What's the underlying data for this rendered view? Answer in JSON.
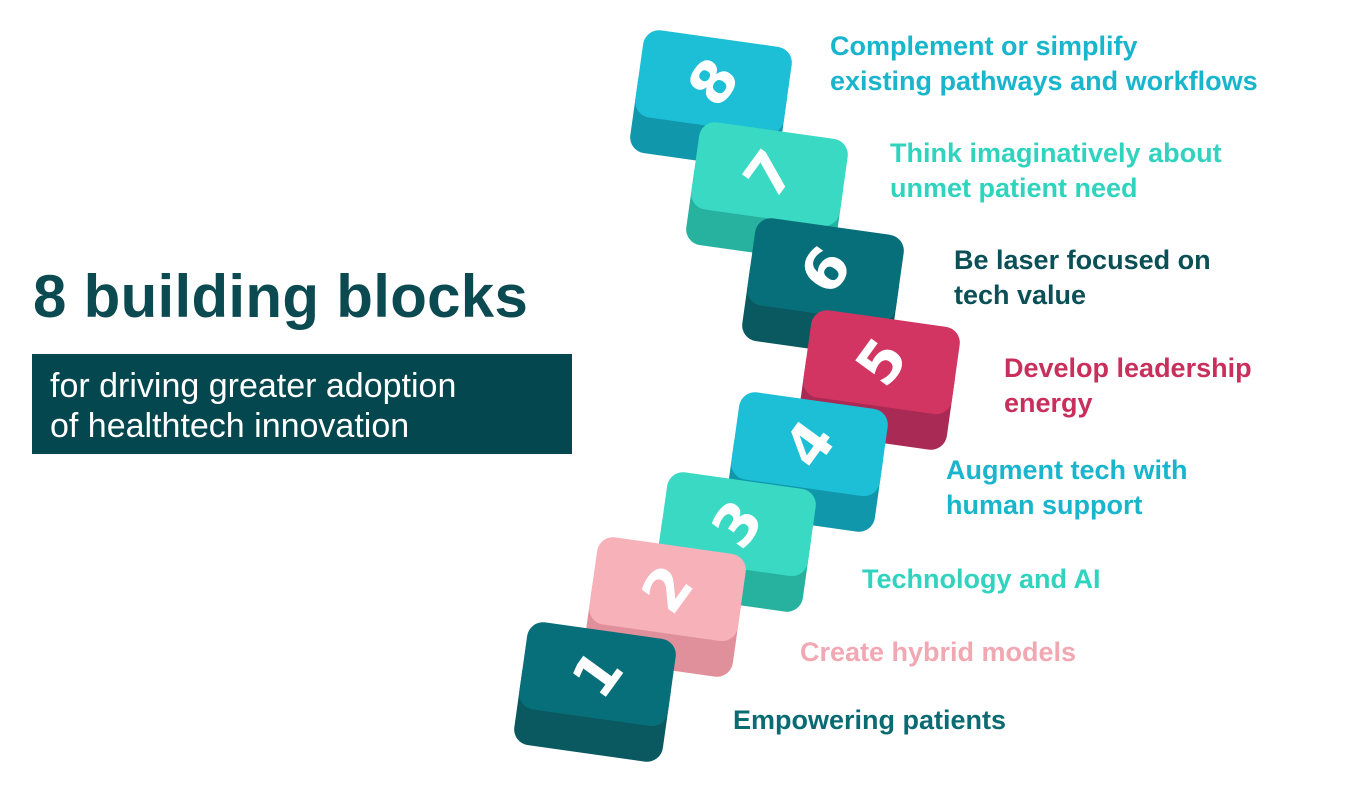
{
  "title": "8 building blocks",
  "subtitle": {
    "line1": "for driving greater adoption",
    "line2": "of healthtech innovation"
  },
  "blocks": [
    {
      "number": "1",
      "line1": "Empowering patients",
      "line2": "",
      "top_color": "#076f79",
      "side_color": "#0a5961",
      "label_color": "#0b6b73"
    },
    {
      "number": "2",
      "line1": "Create hybrid models",
      "line2": "",
      "top_color": "#f6b1b9",
      "side_color": "#e0909a",
      "label_color": "#f2a8b2"
    },
    {
      "number": "3",
      "line1": "Technology and AI",
      "line2": "",
      "top_color": "#3ad9c3",
      "side_color": "#26b29f",
      "label_color": "#30d3be"
    },
    {
      "number": "4",
      "line1": "Augment tech with",
      "line2": "human support",
      "top_color": "#1cbfd6",
      "side_color": "#1097ab",
      "label_color": "#19b5cd"
    },
    {
      "number": "5",
      "line1": "Develop leadership",
      "line2": "energy",
      "top_color": "#d33562",
      "side_color": "#a82a55",
      "label_color": "#c92f5d"
    },
    {
      "number": "6",
      "line1": "Be laser focused on",
      "line2": "tech value",
      "top_color": "#076f79",
      "side_color": "#0a5961",
      "label_color": "#0b4f57"
    },
    {
      "number": "7",
      "line1": "Think imaginatively about",
      "line2": "unmet patient need",
      "top_color": "#3ad9c3",
      "side_color": "#26b29f",
      "label_color": "#30d3be"
    },
    {
      "number": "8",
      "line1": "Complement or simplify",
      "line2": "existing pathways and workflows",
      "top_color": "#1cbfd6",
      "side_color": "#1097ab",
      "label_color": "#19b5cd"
    }
  ]
}
